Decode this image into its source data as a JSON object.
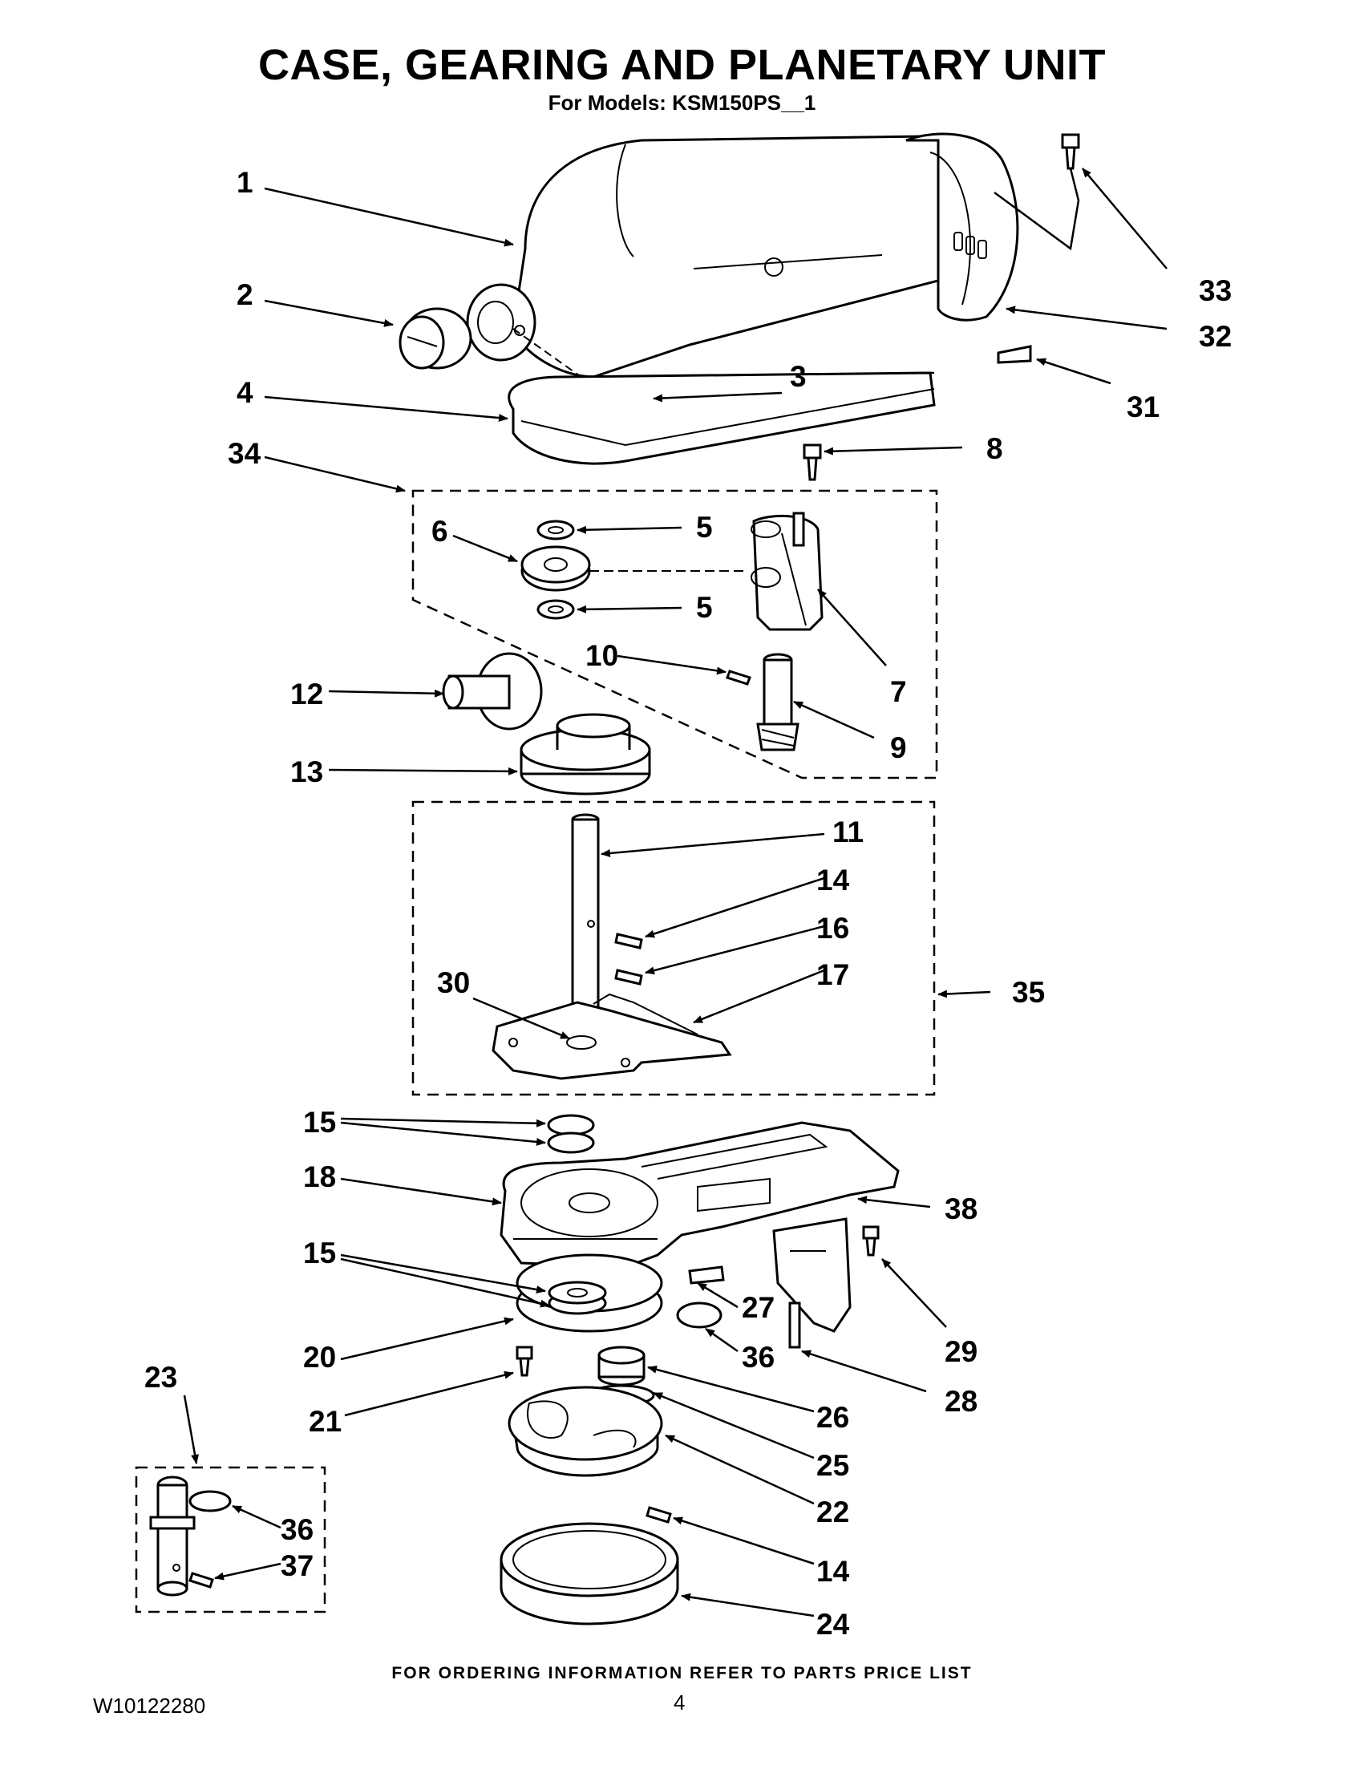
{
  "header": {
    "title": "CASE, GEARING AND PLANETARY UNIT",
    "subtitle": "For Models: KSM150PS__1"
  },
  "footer": {
    "note": "FOR ORDERING INFORMATION REFER TO PARTS PRICE LIST",
    "doc_number": "W10122280",
    "page_number": "4"
  },
  "callouts": [
    "1",
    "2",
    "3",
    "4",
    "34",
    "8",
    "5",
    "6",
    "5",
    "7",
    "10",
    "9",
    "12",
    "13",
    "11",
    "14",
    "16",
    "30",
    "17",
    "35",
    "15",
    "18",
    "38",
    "15",
    "27",
    "29",
    "20",
    "36",
    "28",
    "23",
    "21",
    "26",
    "25",
    "22",
    "36",
    "37",
    "14",
    "24",
    "33",
    "32",
    "31"
  ]
}
